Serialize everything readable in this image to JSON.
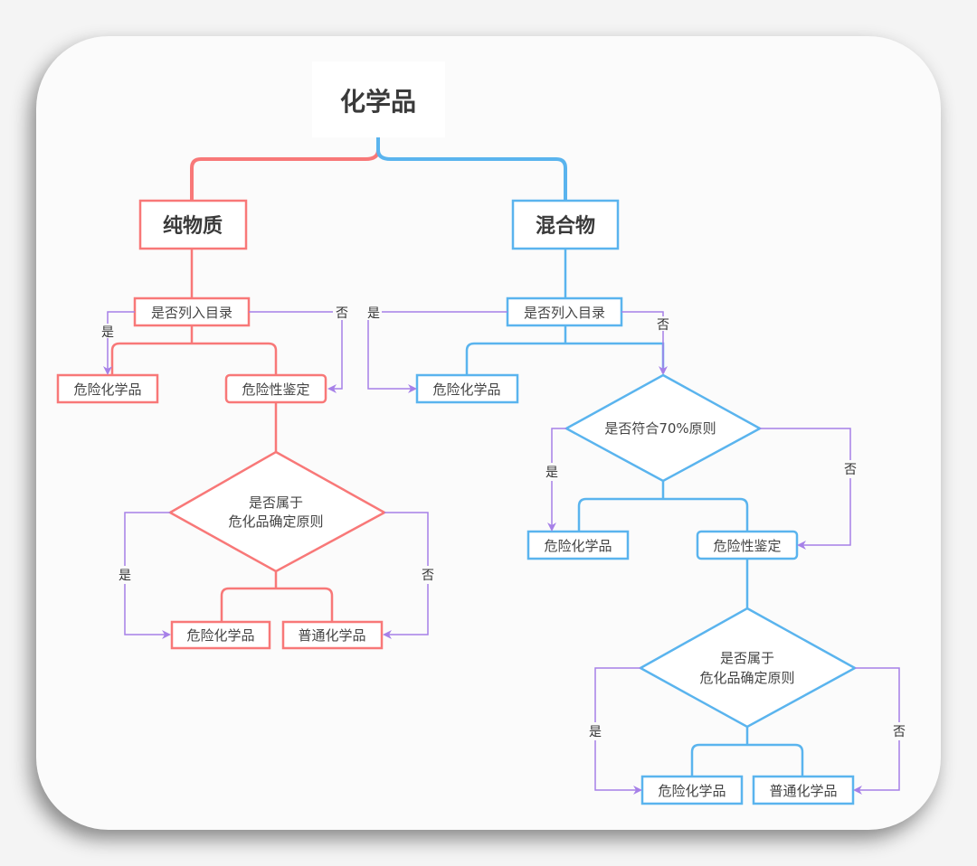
{
  "root": {
    "label": "化学品"
  },
  "colors": {
    "pure": "#f87878",
    "mixture": "#5ab4ee",
    "decision_arrow": "#a680e8"
  },
  "pure": {
    "label": "纯物质",
    "q1": "是否列入目录",
    "q1_yes": "是",
    "q1_no": "否",
    "yes_result": "危险化学品",
    "assess": "危险性鉴定",
    "q2_line1": "是否属于",
    "q2_line2": "危化品确定原则",
    "q2_yes": "是",
    "q2_no": "否",
    "q2_yes_result": "危险化学品",
    "q2_no_result": "普通化学品"
  },
  "mixture": {
    "label": "混合物",
    "q1": "是否列入目录",
    "q1_yes": "是",
    "q1_no": "否",
    "yes_result": "危险化学品",
    "q70": "是否符合70%原则",
    "q70_yes": "是",
    "q70_no": "否",
    "q70_yes_result": "危险化学品",
    "assess": "危险性鉴定",
    "q2_line1": "是否属于",
    "q2_line2": "危化品确定原则",
    "q2_yes": "是",
    "q2_no": "否",
    "q2_yes_result": "危险化学品",
    "q2_no_result": "普通化学品"
  }
}
